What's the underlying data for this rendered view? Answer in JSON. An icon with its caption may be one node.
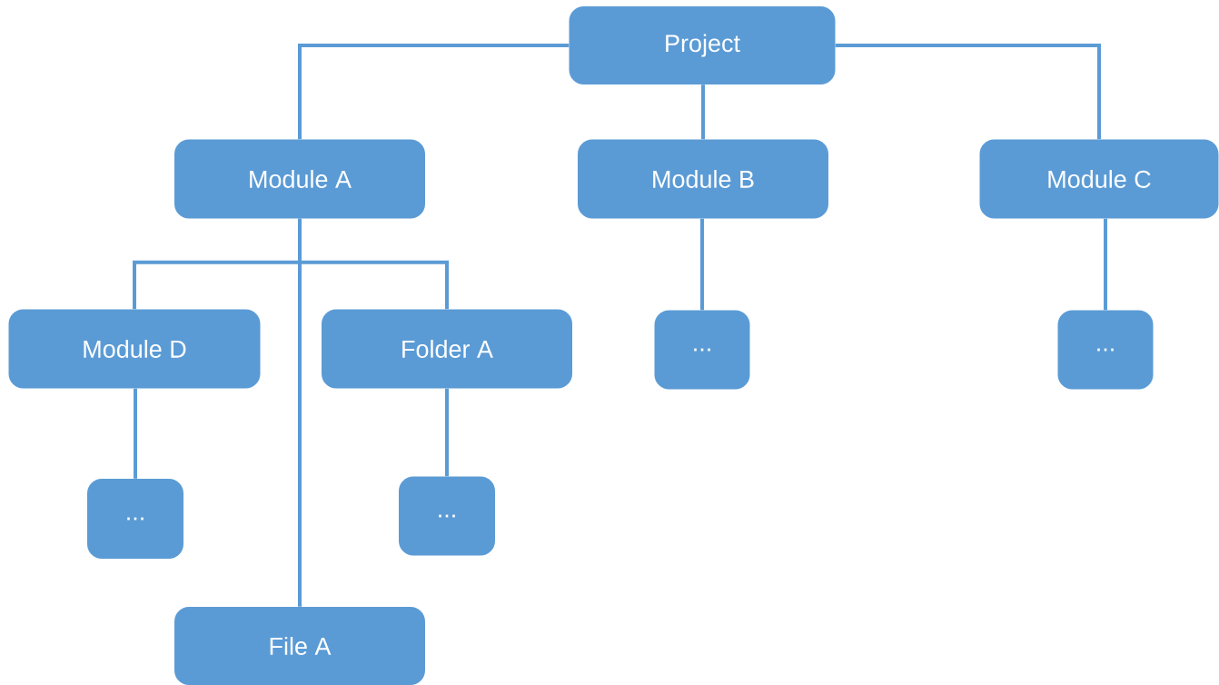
{
  "diagram": {
    "nodes": [
      {
        "text": [
          "Project"
        ]
      },
      {
        "text": [
          "Module A"
        ]
      },
      {
        "text": [
          "Module B"
        ]
      },
      {
        "text": [
          "Module C"
        ]
      },
      {
        "text": [
          "Module D"
        ]
      },
      {
        "text": [
          "Folder A"
        ]
      },
      {
        "text": [
          "..."
        ]
      },
      {
        "text": [
          "..."
        ]
      },
      {
        "text": [
          "..."
        ]
      },
      {
        "text": [
          "..."
        ]
      },
      {
        "text": [
          "File A"
        ]
      }
    ],
    "edges": [
      {
        "from": 0,
        "to": 1,
        "arrow": "none"
      },
      {
        "from": 0,
        "to": 2,
        "arrow": "none"
      },
      {
        "from": 0,
        "to": 3,
        "arrow": "none"
      },
      {
        "from": 1,
        "to": 4,
        "arrow": "none"
      },
      {
        "from": 1,
        "to": 10,
        "arrow": "none"
      },
      {
        "from": 1,
        "to": 5,
        "arrow": "none"
      },
      {
        "from": 2,
        "to": 6,
        "arrow": "none"
      },
      {
        "from": 3,
        "to": 7,
        "arrow": "none"
      },
      {
        "from": 4,
        "to": 8,
        "arrow": "none"
      },
      {
        "from": 5,
        "to": 9,
        "arrow": "none"
      }
    ]
  }
}
